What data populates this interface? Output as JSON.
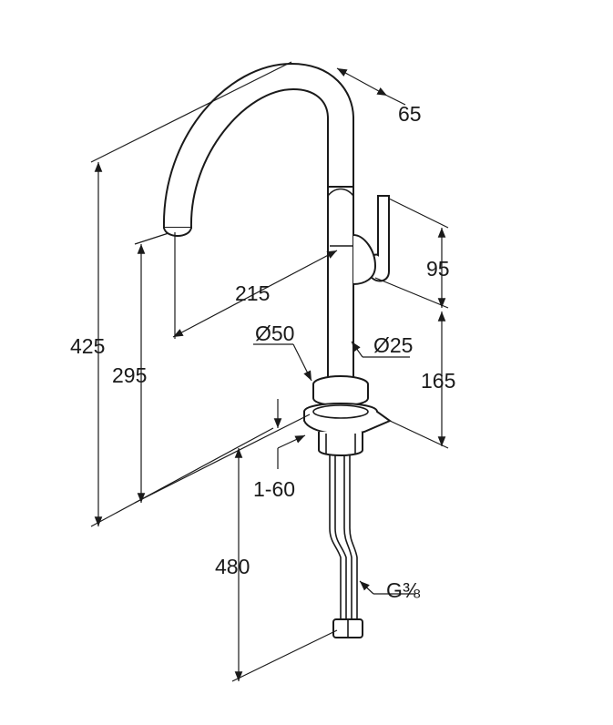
{
  "dimensions": {
    "total_height": "425",
    "spout_height": "295",
    "spout_reach": "215",
    "lever_offset": "65",
    "lever_height": "95",
    "lever_base_height": "165",
    "body_diameter": "Ø25",
    "base_diameter": "Ø50",
    "deck_thickness": "1-60",
    "hose_length": "480",
    "connection_thread": "G⅜"
  }
}
